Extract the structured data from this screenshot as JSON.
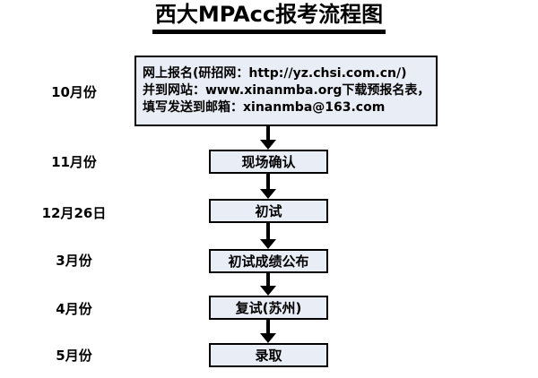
{
  "title": "西大MPAcc报考流程图",
  "colors": {
    "background": "#ffffff",
    "text": "#000000",
    "box_fill": "#e9edf6",
    "box_border": "#000000",
    "arrow": "#000000"
  },
  "timeline": {
    "months": [
      "10月份",
      "11月份",
      "12月26日",
      "3月份",
      "4月份",
      "5月份"
    ]
  },
  "flow": {
    "start": {
      "lines": [
        "网上报名(研招网：http://yz.chsi.com.cn/)",
        "并到网站：www.xinanmba.org下载预报名表，",
        "填写发送到邮箱：xinanmba@163.com"
      ]
    },
    "steps": [
      {
        "label": "现场确认"
      },
      {
        "label": "初试"
      },
      {
        "label": "初试成绩公布"
      },
      {
        "label": "复试(苏州)"
      },
      {
        "label": "录取"
      }
    ]
  }
}
